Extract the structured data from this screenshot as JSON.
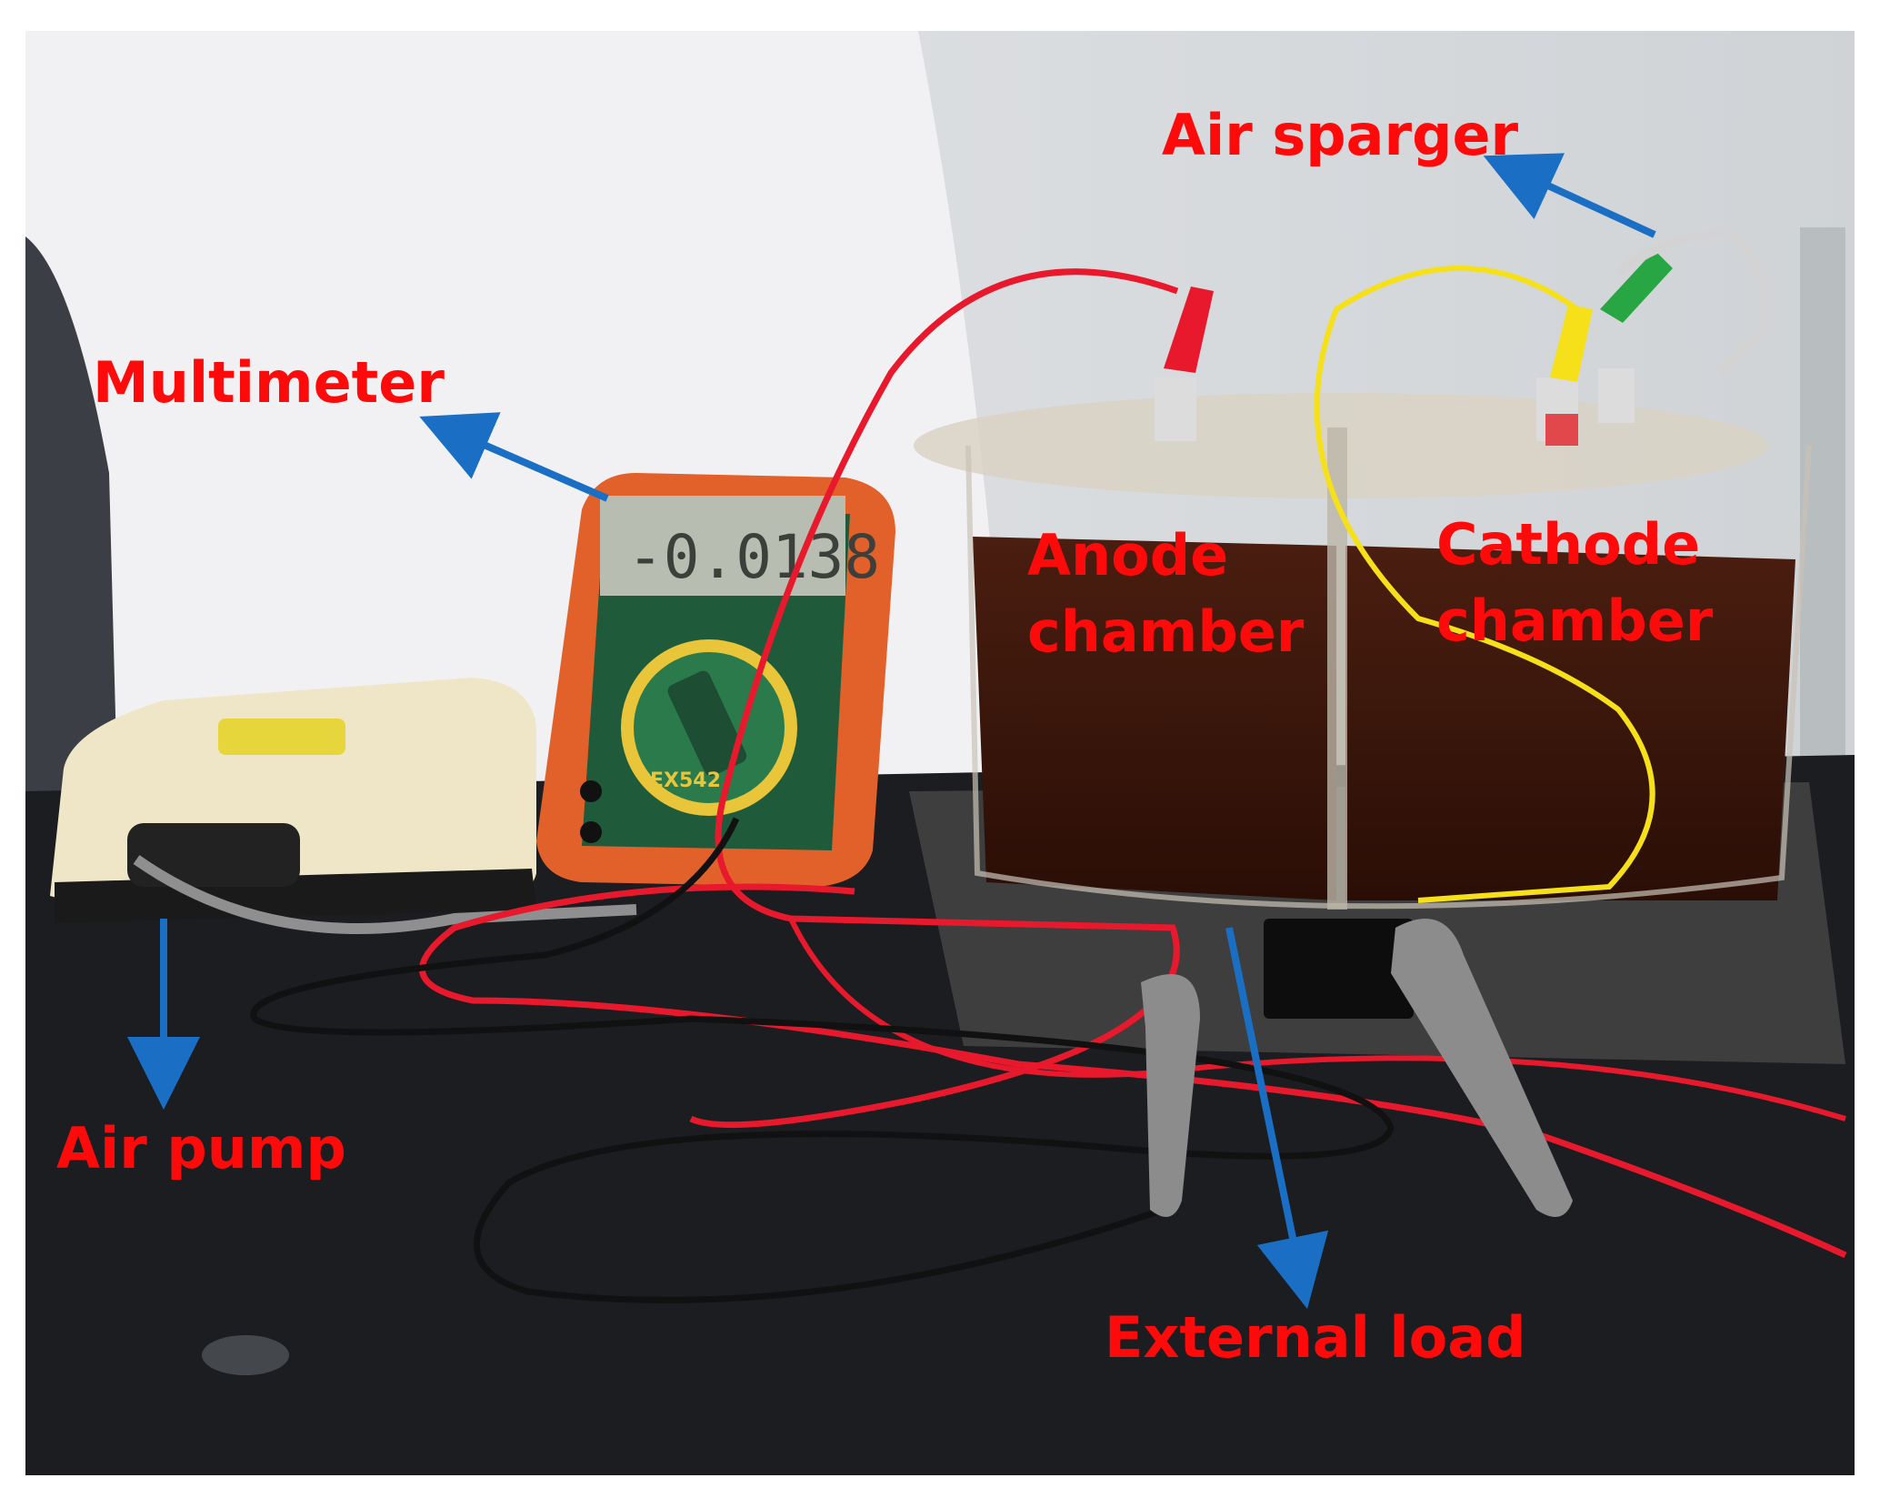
{
  "labels": {
    "air_sparger": "Air sparger",
    "multimeter": "Multimeter",
    "anode_chamber_line1": "Anode",
    "anode_chamber_line2": "chamber",
    "cathode_chamber_line1": "Cathode",
    "cathode_chamber_line2": "chamber",
    "air_pump": "Air pump",
    "external_load": "External load"
  },
  "multimeter": {
    "reading": "-0.0138",
    "model": "EX542"
  },
  "colors": {
    "label_text": "#ff0a0a",
    "arrow": "#1a6fc4",
    "red_wire": "#e8192c",
    "yellow_wire": "#f5e01a",
    "black_wire": "#111111",
    "multimeter_body": "#e2612a",
    "multimeter_face": "#1f5a3a",
    "pump_body": "#efe6c8",
    "liquid": "#3a160c",
    "bench": "#1c1d20"
  }
}
